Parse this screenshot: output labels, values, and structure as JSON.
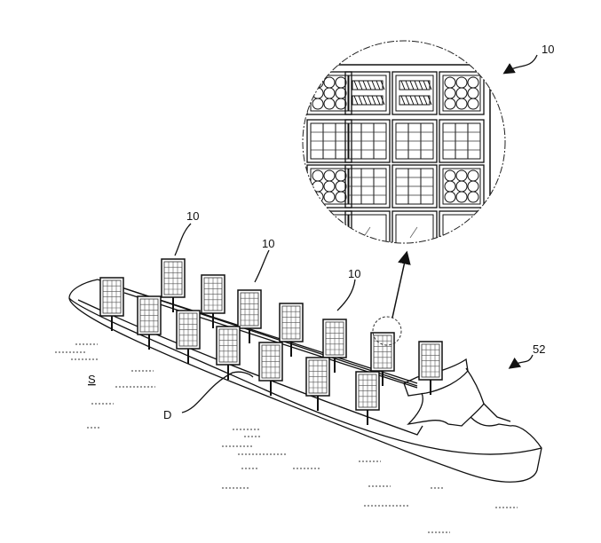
{
  "figure": {
    "labels": {
      "panel_ref_1": "10",
      "panel_ref_2": "10",
      "panel_ref_3": "10",
      "detail_ref": "10",
      "ship_ref": "52",
      "sea_ref": "S",
      "deck_ref": "D"
    }
  }
}
